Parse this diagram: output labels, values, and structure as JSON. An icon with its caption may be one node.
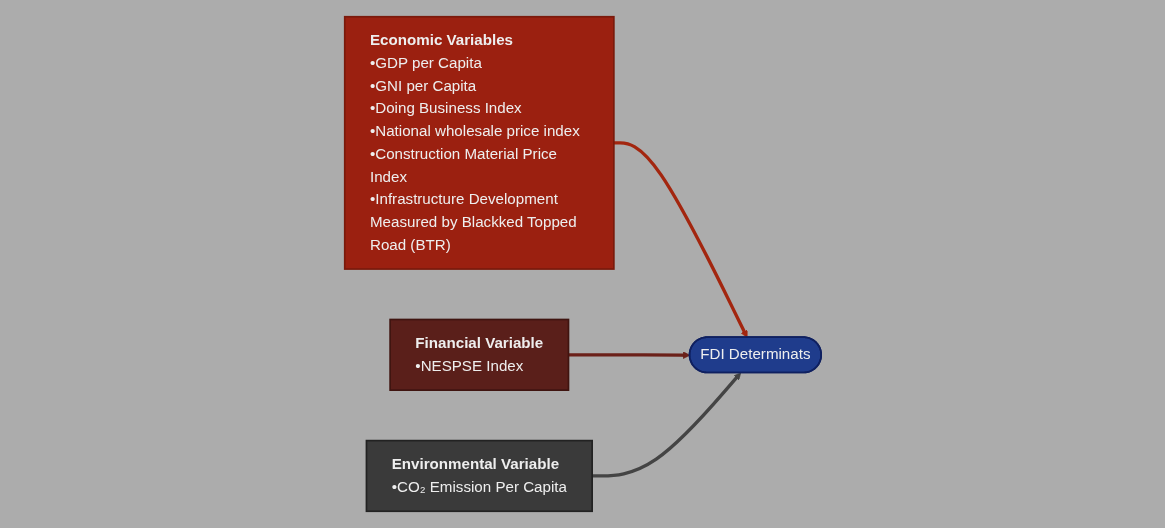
{
  "diagram": {
    "nodes": [
      {
        "text": [
          "Economic Variables",
          "•GDP per Capita",
          "•GNI per Capita",
          "•Doing Business Index",
          "•National wholesale price index",
          "•Construction Material Price Index",
          "•Infrastructure Development Measured by Blackked Topped Road (BTR)"
        ]
      },
      {
        "text": [
          "Financial Variable",
          "•NESPSE Index"
        ]
      },
      {
        "text": [
          "Environmental Variable",
          "•CO₂ Emission Per Capita"
        ]
      },
      {
        "text": [
          "FDI Determinats"
        ]
      }
    ],
    "edges": [
      {
        "from": 0,
        "to": 3,
        "arrow": "to",
        "color": "#a3260f"
      },
      {
        "from": 1,
        "to": 3,
        "arrow": "to",
        "color": "#6b2019"
      },
      {
        "from": 2,
        "to": 3,
        "arrow": "to",
        "color": "#444444"
      }
    ]
  }
}
